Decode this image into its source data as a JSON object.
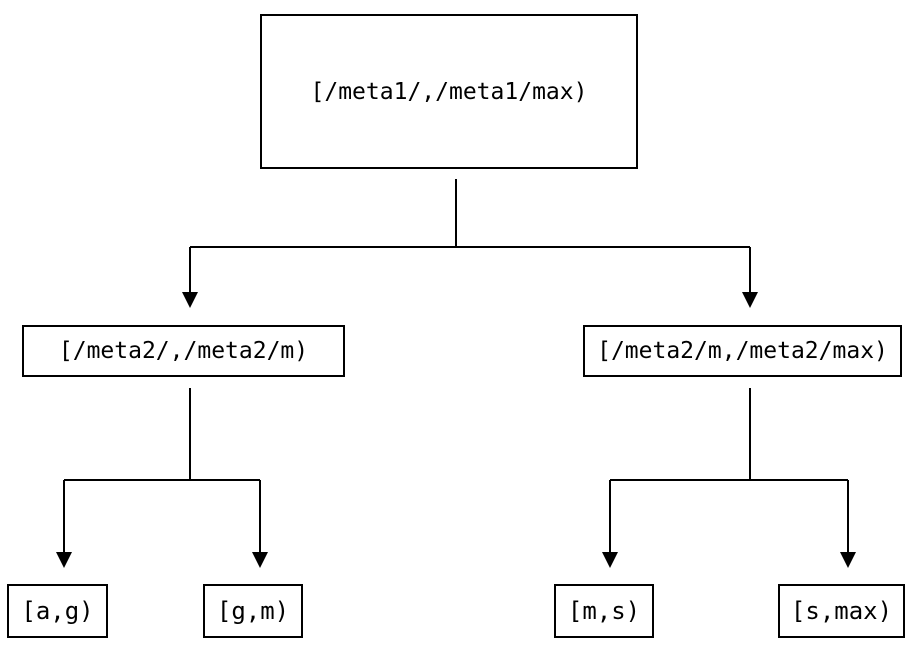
{
  "diagram": {
    "type": "interval-partition-tree",
    "colors": {
      "background": "#ffffff",
      "box_fill": "#ffffff",
      "box_border": "#000000",
      "line": "#000000",
      "text": "#000000"
    },
    "tree": {
      "root": {
        "label": "[/meta1/,/meta1/max)",
        "children": [
          {
            "label": "[/meta2/,/meta2/m)",
            "children": [
              {
                "label": "[a,g)"
              },
              {
                "label": "[g,m)"
              }
            ]
          },
          {
            "label": "[/meta2/m,/meta2/max)",
            "children": [
              {
                "label": "[m,s)"
              },
              {
                "label": "[s,max)"
              }
            ]
          }
        ]
      }
    }
  }
}
